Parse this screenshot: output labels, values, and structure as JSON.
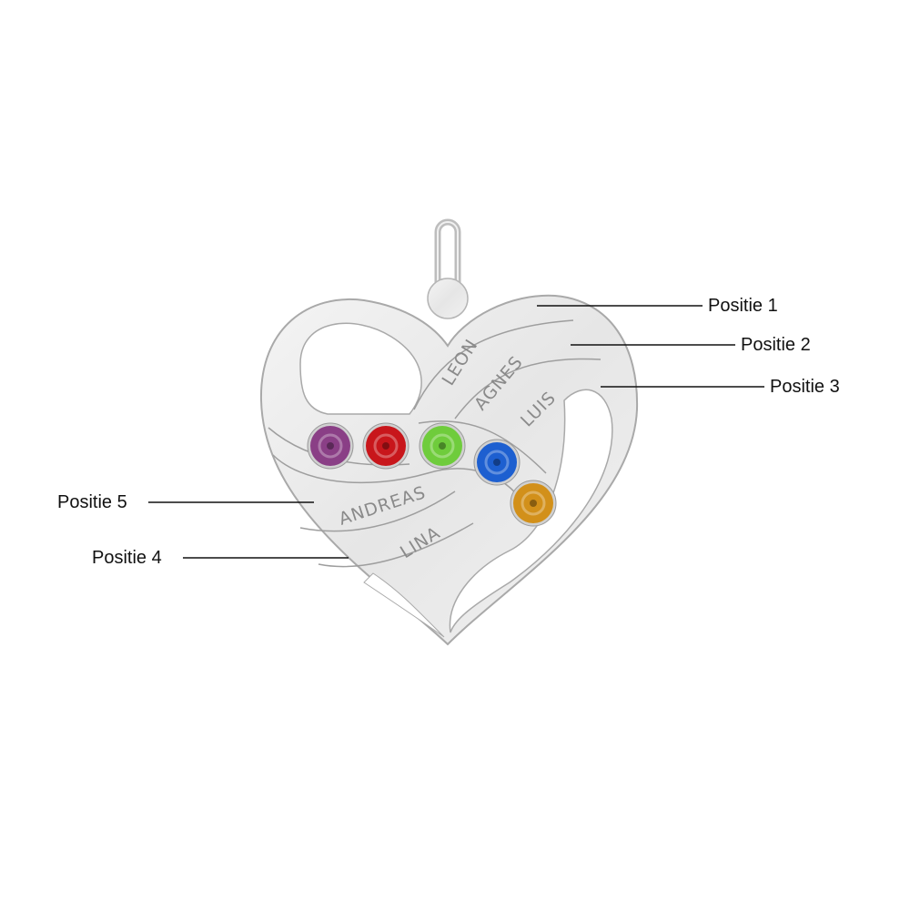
{
  "labels": {
    "p1": "Positie 1",
    "p2": "Positie 2",
    "p3": "Positie 3",
    "p4": "Positie 4",
    "p5": "Positie 5"
  },
  "engraved_names": {
    "leon": "LEON",
    "agnes": "AGNES",
    "luis": "LUIS",
    "andreas": "ANDREAS",
    "lina": "LINA"
  },
  "stones": [
    {
      "name": "amethyst",
      "color": "#8a3f86"
    },
    {
      "name": "ruby",
      "color": "#c8161b"
    },
    {
      "name": "peridot",
      "color": "#6fcc3c"
    },
    {
      "name": "sapphire",
      "color": "#1d5fd0"
    },
    {
      "name": "topaz",
      "color": "#d2901a"
    }
  ]
}
